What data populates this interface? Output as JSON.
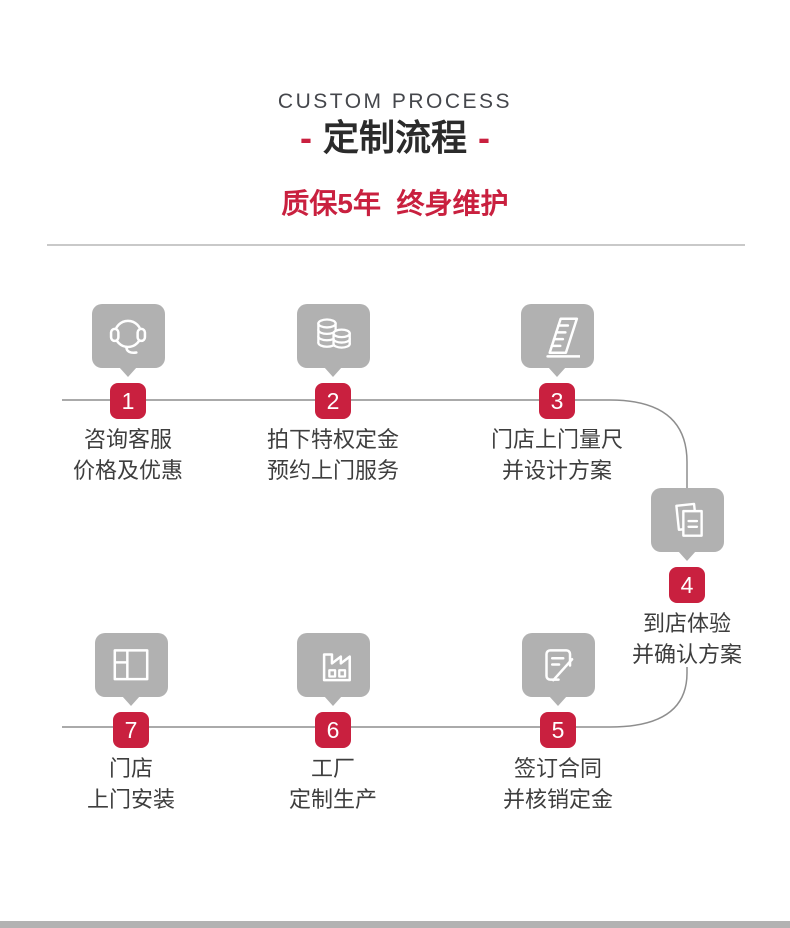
{
  "header": {
    "eyebrow": "CUSTOM PROCESS",
    "title_dash": "-",
    "title": "定制流程",
    "subtitle": "质保5年  终身维护"
  },
  "colors": {
    "accent_red": "#c9203f",
    "icon_gray": "#b1b1b1",
    "line_gray": "#8e8e8e",
    "text_dark": "#3e3e3e",
    "divider_gray": "#c9c9c9"
  },
  "steps": [
    {
      "number": "1",
      "icon": "headset-icon",
      "lines": [
        "咨询客服",
        "价格及优惠"
      ]
    },
    {
      "number": "2",
      "icon": "coins-icon",
      "lines": [
        "拍下特权定金",
        "预约上门服务"
      ]
    },
    {
      "number": "3",
      "icon": "ruler-icon",
      "lines": [
        "门店上门量尺",
        "并设计方案"
      ]
    },
    {
      "number": "4",
      "icon": "documents-icon",
      "lines": [
        "到店体验",
        "并确认方案"
      ]
    },
    {
      "number": "5",
      "icon": "contract-icon",
      "lines": [
        "签订合同",
        "并核销定金"
      ]
    },
    {
      "number": "6",
      "icon": "factory-icon",
      "lines": [
        "工厂",
        "定制生产"
      ]
    },
    {
      "number": "7",
      "icon": "store-install-icon",
      "lines": [
        "门店",
        "上门安装"
      ]
    }
  ]
}
